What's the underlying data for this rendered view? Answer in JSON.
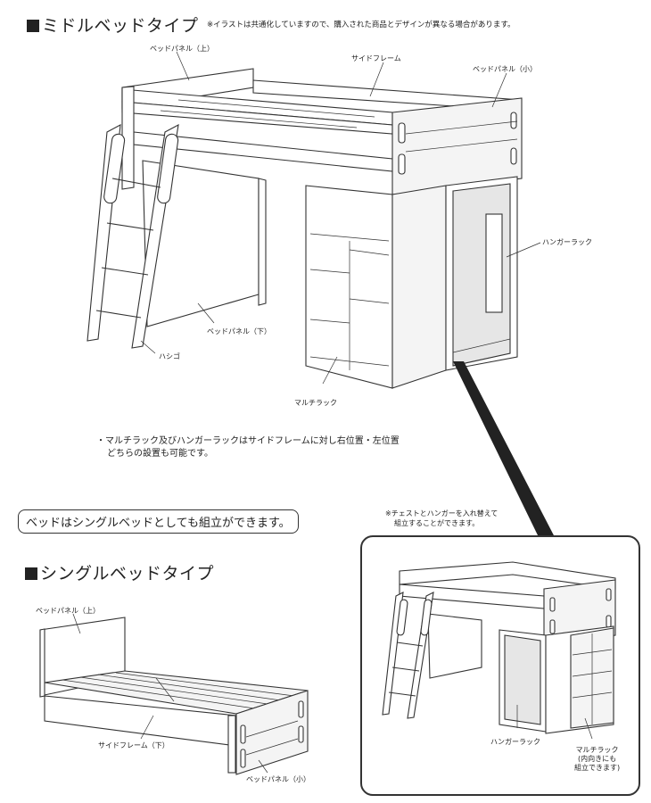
{
  "middle_section": {
    "title": "ミドルベッドタイプ",
    "note": "※イラストは共通化していますので、購入された商品とデザインが異なる場合があります。",
    "labels": {
      "panel_top": "ベッドパネル（上）",
      "side_frame": "サイドフレーム",
      "panel_small": "ベッドパネル（小）",
      "hanger_rack": "ハンガーラック",
      "panel_bottom": "ベッドパネル（下）",
      "ladder": "ハシゴ",
      "multi_rack": "マルチラック"
    },
    "description_line1": "・マルチラック及びハンガーラックはサイドフレームに対し右位置・左位置",
    "description_line2": "どちらの設置も可能です。"
  },
  "single_badge": "ベッドはシングルベッドとしても組立ができます。",
  "swap_note_line1": "※チェストとハンガーを入れ替えて",
  "swap_note_line2": "組立することができます。",
  "inset": {
    "hanger_rack": "ハンガーラック",
    "multi_rack": "マルチラック",
    "multi_rack_note_line1": "(内向きにも",
    "multi_rack_note_line2": "組立できます)"
  },
  "single_section": {
    "title": "シングルベッドタイプ",
    "labels": {
      "panel_top": "ベッドパネル（上）",
      "side_frame_bottom": "サイドフレーム（下）",
      "panel_small": "ベッドパネル（小）"
    }
  }
}
